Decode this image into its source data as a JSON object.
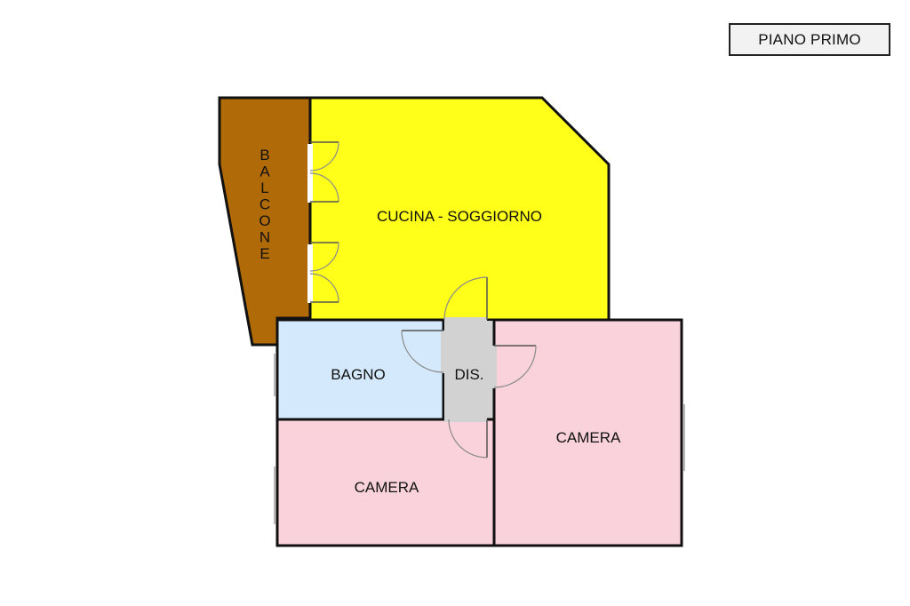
{
  "floor": {
    "label": "PIANO PRIMO"
  },
  "rooms": {
    "balcony": {
      "label": "BALCONE",
      "color": "#b06a08"
    },
    "kitchen_living": {
      "label": "CUCINA - SOGGIORNO",
      "color": "#ffff1a"
    },
    "bathroom": {
      "label": "BAGNO",
      "color": "#d4e9fb"
    },
    "hallway": {
      "label": "DIS.",
      "color": "#d2d2d2"
    },
    "bedroom_right": {
      "label": "CAMERA",
      "color": "#f9d2dc"
    },
    "bedroom_left": {
      "label": "CAMERA",
      "color": "#f9d2dc"
    }
  }
}
